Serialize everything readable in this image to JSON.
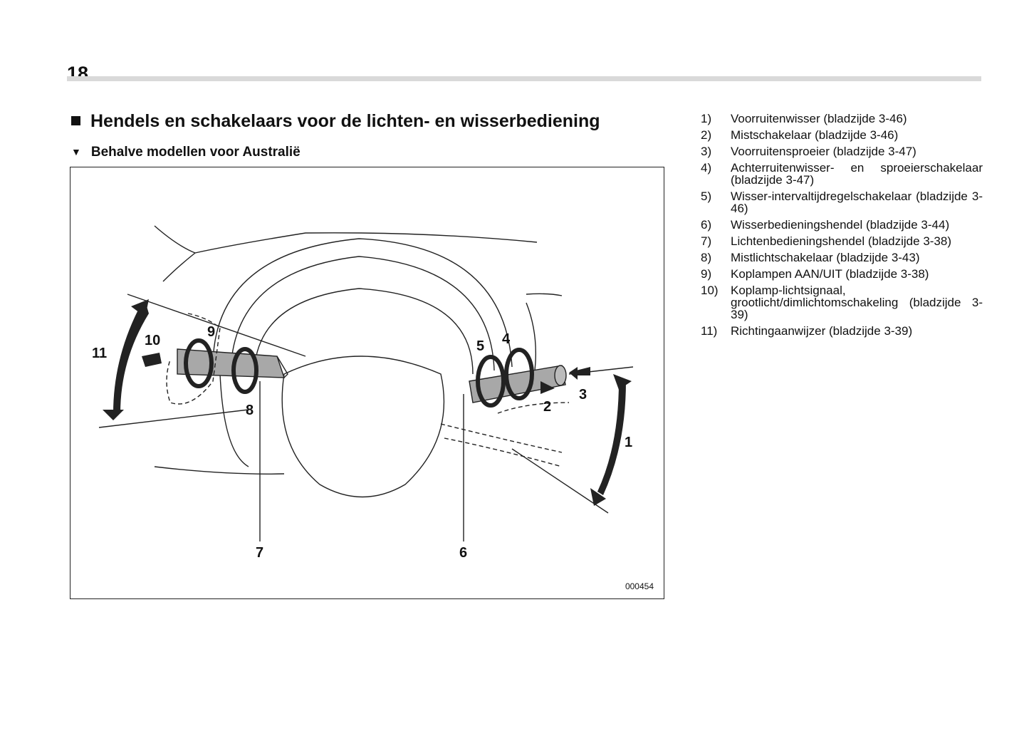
{
  "page": {
    "number": "18"
  },
  "section": {
    "title": "Hendels en schakelaars voor de lichten- en wisserbediening",
    "subtitle": "Behalve modellen voor Australië"
  },
  "figure": {
    "code": "000454",
    "callouts": [
      "1",
      "2",
      "3",
      "4",
      "5",
      "6",
      "7",
      "8",
      "9",
      "10",
      "11"
    ]
  },
  "legend": [
    {
      "num": "1)",
      "text": "Voorruitenwisser (bladzijde 3-46)"
    },
    {
      "num": "2)",
      "text": "Mistschakelaar (bladzijde 3-46)"
    },
    {
      "num": "3)",
      "text": "Voorruitensproeier (bladzijde 3-47)"
    },
    {
      "num": "4)",
      "text": "Achterruitenwisser- en sproeierschakelaar (bladzijde 3-47)"
    },
    {
      "num": "5)",
      "text": "Wisser-intervaltijdregelschakelaar (bladzijde 3-46)"
    },
    {
      "num": "6)",
      "text": "Wisserbedieningshendel (bladzijde 3-44)"
    },
    {
      "num": "7)",
      "text": "Lichtenbedieningshendel (bladzijde 3-38)"
    },
    {
      "num": "8)",
      "text": "Mistlichtschakelaar (bladzijde 3-43)"
    },
    {
      "num": "9)",
      "text": "Koplampen AAN/UIT (bladzijde 3-38)"
    },
    {
      "num": "10)",
      "text": "Koplamp-lichtsignaal, grootlicht/dimlichtomschakeling (bladzijde 3-39)"
    },
    {
      "num": "11)",
      "text": "Richtingaanwijzer (bladzijde 3-39)"
    }
  ]
}
